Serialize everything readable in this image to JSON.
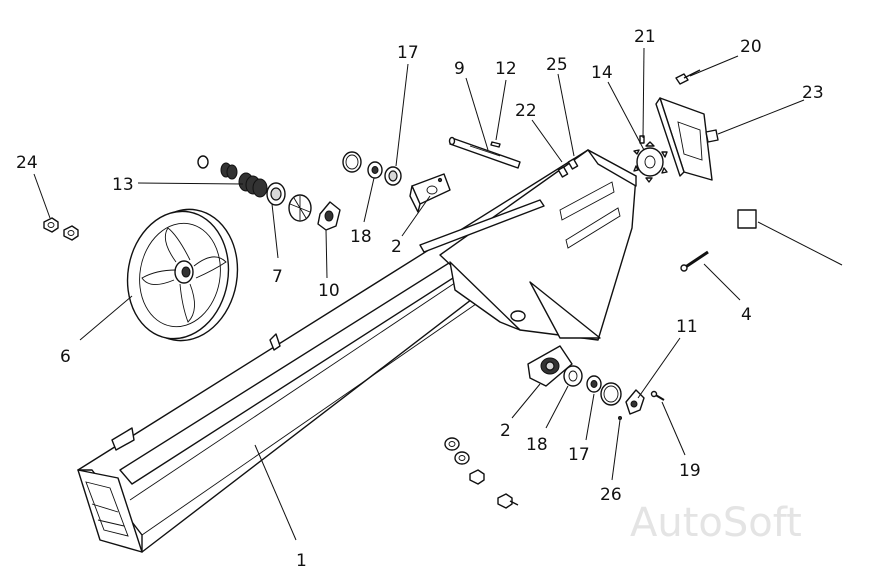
{
  "diagram": {
    "callouts": [
      "1",
      "2",
      "2",
      "4",
      "6",
      "7",
      "9",
      "10",
      "11",
      "12",
      "13",
      "14",
      "17",
      "17",
      "18",
      "18",
      "19",
      "20",
      "21",
      "22",
      "23",
      "24",
      "25",
      "26"
    ]
  },
  "watermark": "AutoSoft"
}
